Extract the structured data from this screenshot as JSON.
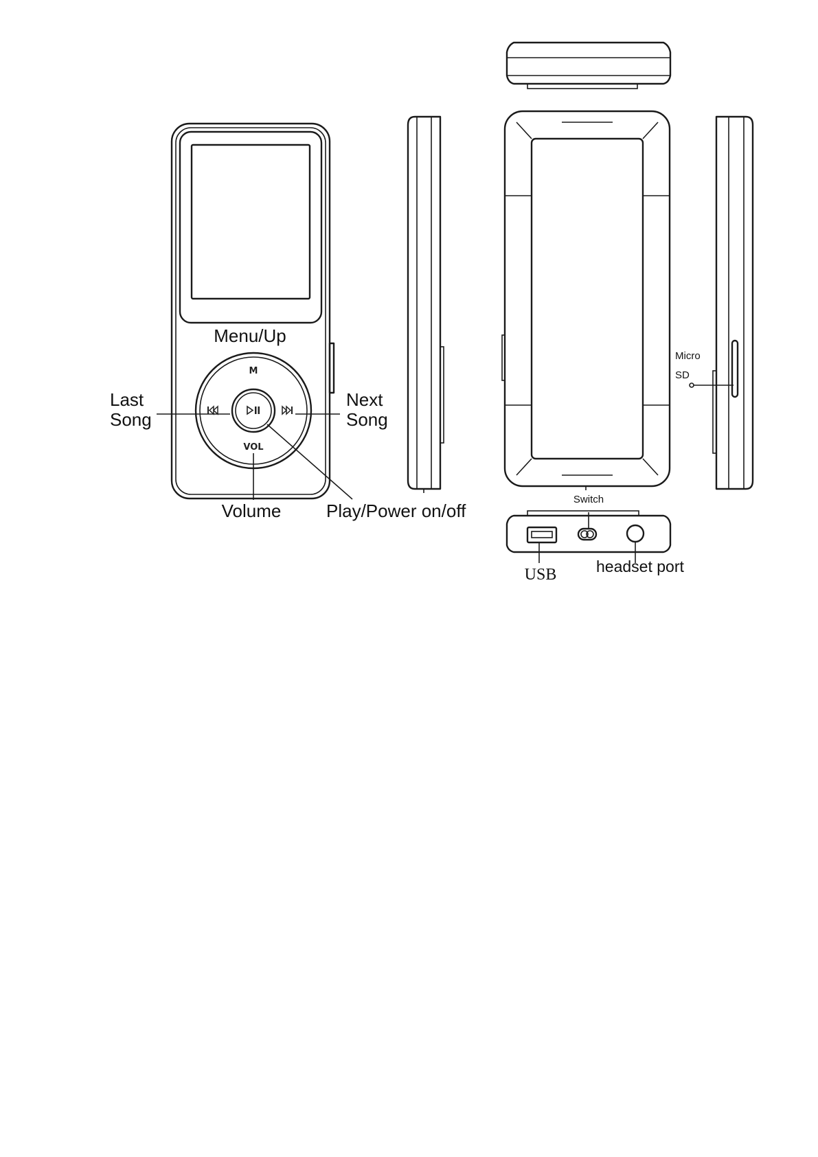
{
  "labels": {
    "menu_up": "Menu/Up",
    "last_song_line1": "Last",
    "last_song_line2": "Song",
    "next_song_line1": "Next",
    "next_song_line2": "Song",
    "volume": "Volume",
    "play_power": "Play/Power on/off",
    "micro_line1": "Micro",
    "micro_line2": "SD",
    "switch": "Switch",
    "usb": "USB",
    "headset_port": "headset port"
  },
  "buttons": {
    "menu": "M",
    "vol": "VOL"
  },
  "icons": [
    "previous-track-icon",
    "play-pause-icon",
    "next-track-icon",
    "menu-icon"
  ]
}
